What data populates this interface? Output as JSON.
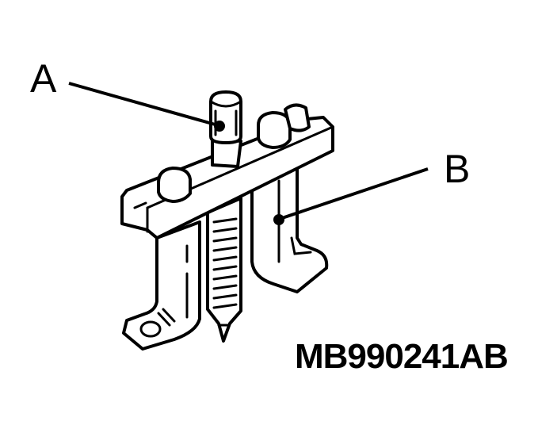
{
  "diagram": {
    "subject": "two-jaw puller tool illustration",
    "callouts": [
      {
        "id": "A",
        "label": "A",
        "points_to": "center forcing screw head"
      },
      {
        "id": "B",
        "label": "B",
        "points_to": "puller jaw (right leg)"
      }
    ],
    "part_code": "MB990241AB",
    "colors": {
      "line": "#000000",
      "background": "#ffffff"
    }
  }
}
